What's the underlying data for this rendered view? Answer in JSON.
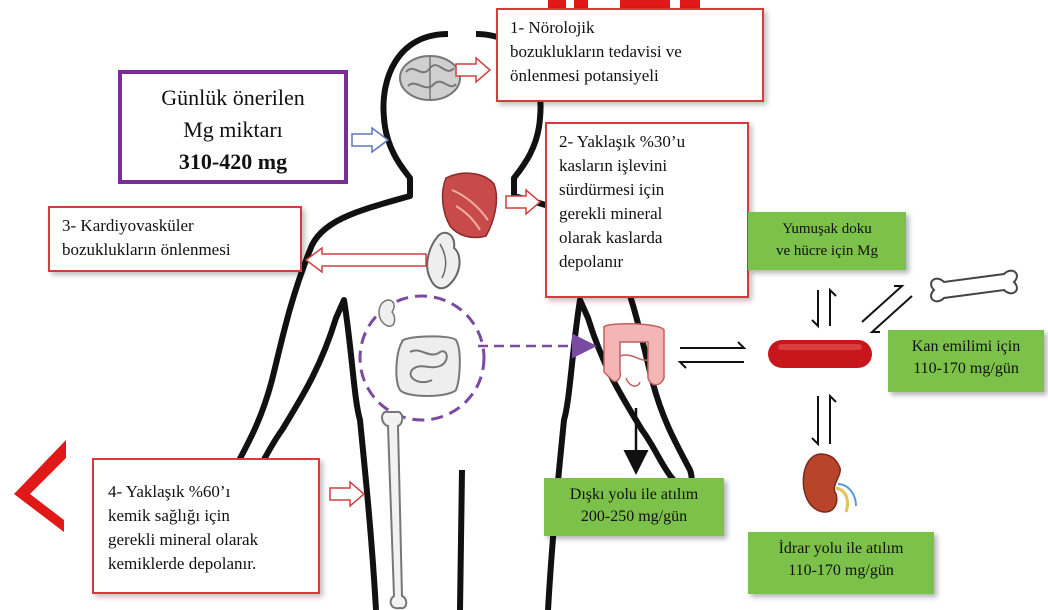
{
  "boxes": {
    "daily_mg": {
      "line1": "Günlük önerilen",
      "line2": "Mg miktarı",
      "line3": "310-420 mg"
    },
    "neuro": {
      "line1": "1- Nörolojik",
      "line2": "bozuklukların tedavisi ve",
      "line3": "önlenmesi  potansiyeli"
    },
    "muscle": {
      "line1": "2- Yaklaşık %30’u",
      "line2": "kasların işlevini",
      "line3": "sürdürmesi için",
      "line4": "gerekli mineral",
      "line5": "olarak kaslarda",
      "line6": "depolanır"
    },
    "cardio": {
      "line1": "3- Kardiyovasküler",
      "line2": "bozuklukların önlenmesi"
    },
    "bone": {
      "line1": "4- Yaklaşık %60’ı",
      "line2": "kemik sağlığı için",
      "line3": "gerekli mineral olarak",
      "line4": "kemiklerde depolanır."
    }
  },
  "green_boxes": {
    "soft_tissue": {
      "line1": "Yumuşak doku",
      "line2": "ve hücre için Mg"
    },
    "blood": {
      "line1": "Kan emilimi için",
      "line2": "110-170 mg/gün"
    },
    "feces": {
      "line1": "Dışkı yolu ile atılım",
      "line2": "200-250 mg/gün"
    },
    "urine": {
      "line1": "İdrar yolu ile atılım",
      "line2": "110-170 mg/gün"
    }
  },
  "colors": {
    "red_border": "#d63a3a",
    "purple_border": "#7a2c98",
    "green_fill": "#7cc24a",
    "blood_vessel": "#c8161d",
    "dashed_circle": "#7a4aa0"
  },
  "icons": [
    "brain-icon",
    "muscle-icon",
    "heart-icon",
    "intestine-icon",
    "kidney-icon",
    "bone-icon",
    "blood-vessel-icon"
  ]
}
